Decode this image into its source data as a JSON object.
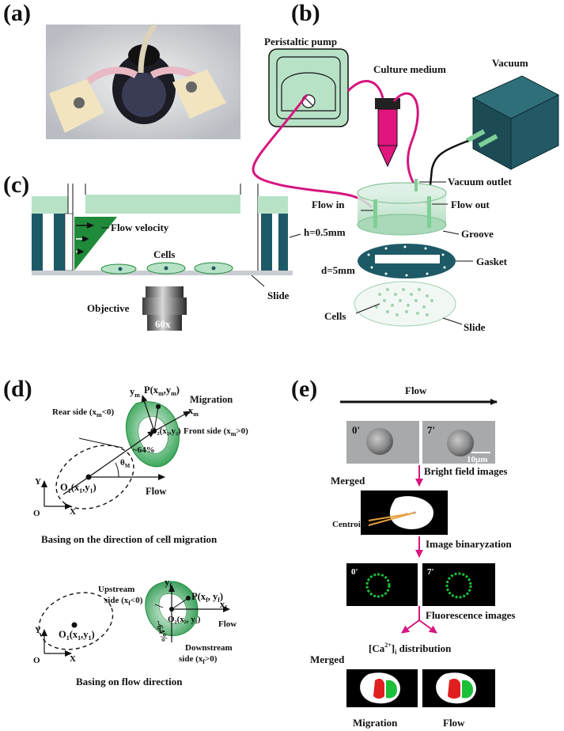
{
  "panels": {
    "a": "(a)",
    "b": "(b)",
    "c": "(c)",
    "d": "(d)",
    "e": "(e)"
  },
  "panel_b": {
    "pump": "Peristaltic pump",
    "medium": "Culture medium",
    "vacuum": "Vacuum",
    "vacuum_outlet": "Vacuum outlet",
    "flow_in": "Flow in",
    "flow_out": "Flow out",
    "groove": "Groove",
    "gasket": "Gasket",
    "d": "d=5mm",
    "cells": "Cells",
    "slide": "Slide"
  },
  "panel_c": {
    "flow_velocity": "Flow  velocity",
    "cells": "Cells",
    "h": "h=0.5mm",
    "slide": "Slide",
    "objective": "Objective",
    "mag": "60x"
  },
  "panel_d": {
    "migration": "Migration",
    "ym": "y",
    "ym_sub": "m",
    "xm": "x",
    "xm_sub": "m",
    "P_m": "P(x",
    "rear": "Rear side (x",
    "rear_tail": "<0)",
    "front": "Front side (x",
    "front_tail": ">0)",
    "O2": "O",
    "O2_tail": "(x",
    "pct": "~64%",
    "theta": "θ",
    "theta_sub": "M",
    "O1": "O",
    "O1_tail": "(x",
    "flow": "Flow",
    "axis_Y": "Y",
    "axis_X": "X",
    "axis_O": "O",
    "caption1": "Basing  on  the direction of cell migration",
    "yf": "y",
    "yf_sub": "f",
    "xf": "x",
    "xf_sub": "f",
    "upstream_1": "Upstream",
    "upstream_2": "side (x",
    "upstream_tail": "<0)",
    "P_f": "P(x",
    "flow2": "Flow",
    "downstream_1": "Downstream",
    "downstream_2": "side (x",
    "downstream_tail": ">0)",
    "pct2": "~64%",
    "caption2": "Basing on flow direction"
  },
  "panel_e": {
    "flow": "Flow",
    "t0": "0'",
    "t7": "7'",
    "scale": "10μm",
    "bright_field": "Bright field images",
    "merged1": "Merged",
    "centroids": "Centroids",
    "binarization": "Image binaryzation",
    "fl_t0": "0'",
    "fl_t7": "7'",
    "fluorescence": "Fluorescence images",
    "ca_distribution": "[Ca",
    "ca_sup": "2+",
    "ca_tail": "]",
    "ca_sub": "i",
    "ca_after": " distribution",
    "merged2": "Merged",
    "migration": "Migration",
    "flow_label": "Flow"
  },
  "colors": {
    "teal": "#1e5a66",
    "light_green": "#b8e2c6",
    "mid_green": "#5cb87a",
    "dark_green": "#1f8a3a",
    "magenta": "#d6157f",
    "black": "#000000"
  }
}
